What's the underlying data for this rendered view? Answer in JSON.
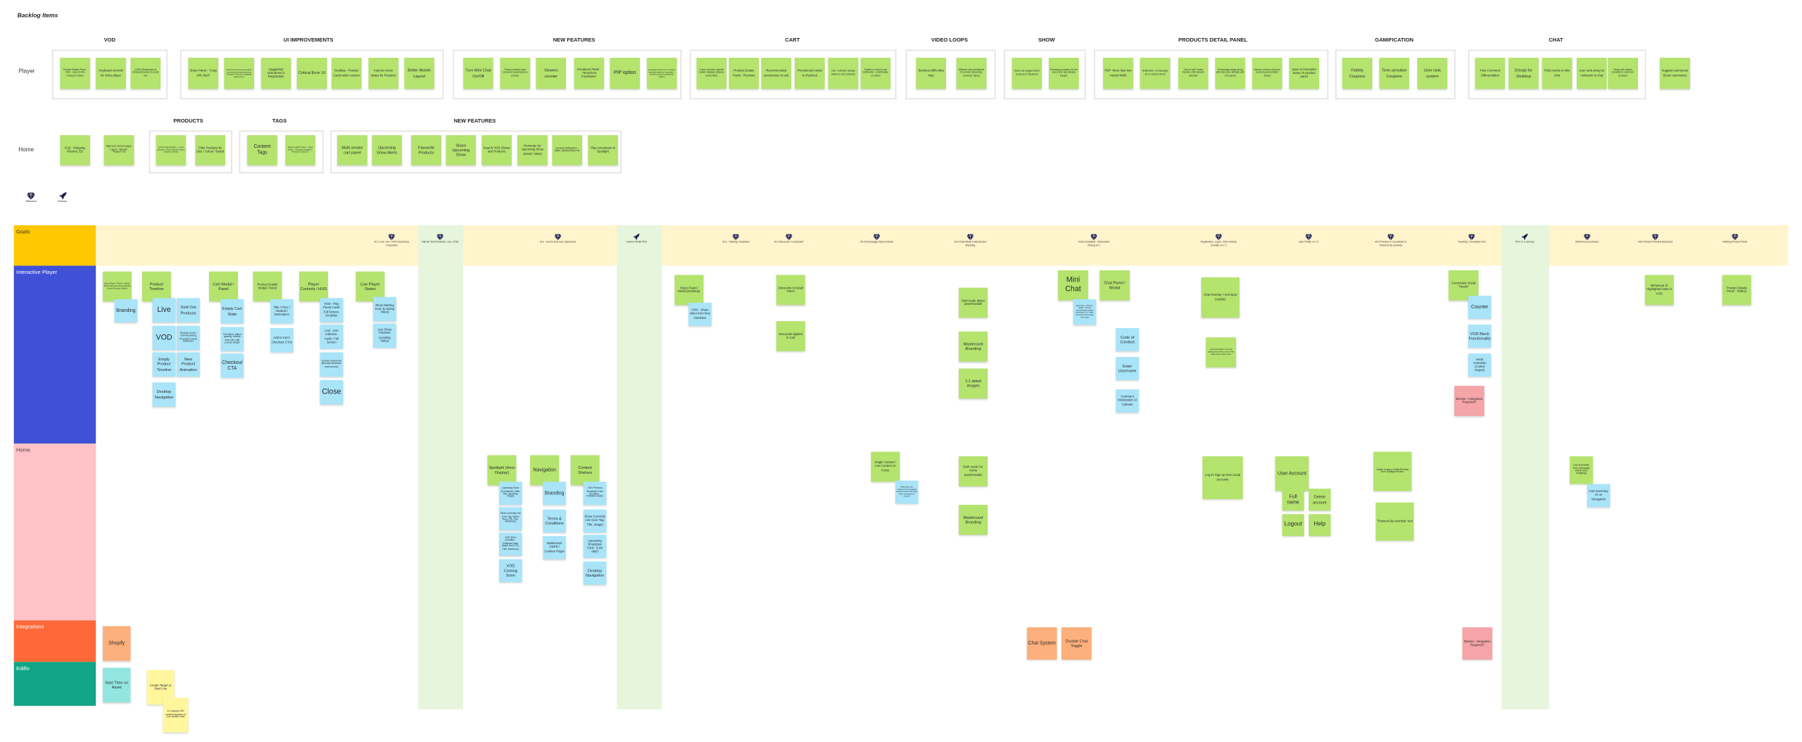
{
  "backlog": {
    "title": "Backlog Items",
    "rows": {
      "player": "Player",
      "home": "Home"
    },
    "player_sections": [
      {
        "title": "VOD",
        "items": [
          "Product Details Panel - VOD - Jump to this Product in Video",
          "Keyboard controls for video player",
          "(VOD) Bookmarks of showed products in scrub bar"
        ]
      },
      {
        "title": "UI IMPROVEMENTS",
        "items": [
          "Share Panel - \"Copy URL field\"",
          "Arrow for jumping to products currently being presented on Timeline if the user navigates away from it",
          "Suggested nicknames in Registration",
          "Critical Error UI",
          "Desktop - Product Cards wider version",
          "Improve hover states for Products",
          "Better Mobile Layout"
        ]
      },
      {
        "title": "NEW FEATURES",
        "items": [
          "Turn Mini Chat On/Off",
          "Product bubble when someone buys/checks a product",
          "Viewers counter",
          "Donations Panel - \"Storefront Fundraiser\"",
          "PIP option",
          "Questions Panel (1 to 1 private chat with stylist for example) -- Similar to Zoom conference feature"
        ]
      },
      {
        "title": "CART",
        "items": [
          "Colour and size specific variant displays (replace select field)",
          "Product Details Panel - Reviews",
          "Recommended accessories in cart",
          "Promotional codes in checkout",
          "Cart - Edit item already added to cart (variants)",
          "Position of Add to cart notification - confirmation on button"
        ]
      },
      {
        "title": "VIDEO LOOPS",
        "items": [
          "Technical difficulties loop",
          "Different intro animations for product (bouncing, reserved, flares)"
        ]
      },
      {
        "title": "SHOW",
        "items": [
          "Users can suggest future products to streamers",
          "Giveaway products, for the users who had already bought."
        ]
      },
      {
        "title": "PRODUCTS DETAIL PANEL",
        "items": [
          "PDP -More than two variant fields",
          "Notification / UI Message for re-stocked items",
          "\"Add to cart\" button inactive until variants selected",
          "Percentage badge along with sale price (Details and Cart panel)",
          "Number of items shown in product panel (limited Stock)",
          "Save to favourites button in product panel"
        ]
      },
      {
        "title": "GAMIFICATION",
        "items": [
          "Fidelity Coupons",
          "Time-sensitive Coupons",
          "User rank system"
        ]
      },
      {
        "title": "CHAT",
        "items": [
          "Host Comment Differentiation",
          "Emojis for Desktop",
          "Polls results in Mini chat",
          "User rank along its nickname in chat",
          "Reply with related products in chat from producer"
        ]
      }
    ],
    "player_loose": [
      "Suggest usernames (Enter username)"
    ],
    "home_loose": [
      "FAQ - Shipping, Returns, Etc",
      "High level content pages. \"Latest\", \"Brands\", \"Popular\" etc"
    ],
    "home_sections": [
      {
        "title": "PRODUCTS",
        "items": [
          "Shelve with Products - a click will open VOD bookmark where product is shown",
          "Filter Products by Size / Colour / Brand"
        ]
      },
      {
        "title": "TAGS",
        "items": [
          "Content Tags",
          "Tags for VOD content - \"New Show\", \"Products Available\", \"Products Sold Out\""
        ]
      },
      {
        "title": "NEW FEATURES",
        "items": [
          "Multi vendor cart panel",
          "Upcoming Show Alerts",
          "Favourite Products",
          "Share Upcoming Show",
          "Search VOD Shows and Products",
          "Reminder for Upcoming Show (Email / SMS)",
          "General Notifications - Sales, Special Show, etc",
          "Play Livestream in Spotlight"
        ]
      }
    ]
  },
  "legend": {
    "milestone": "Milestone",
    "release": "Release"
  },
  "roadmap": {
    "lanes": {
      "goals": "Goals",
      "interactive_player": "Interactive Player",
      "home": "Home",
      "integrations": "Integrations",
      "ediflo": "Ediflo"
    },
    "lane_colors": {
      "goals": "#FFC800",
      "interactive_player": "#3F51D6",
      "home": "#FFC2C6",
      "integrations": "#FF6838",
      "ediflo": "#10A586"
    },
    "milestones": [
      {
        "type": "milestone",
        "label": "v0.1 Core Live / VOD Experience Completed"
      },
      {
        "type": "milestone",
        "label": "Internal Test (Products, Live, VOD)"
      },
      {
        "type": "milestone",
        "label": "v0.2 - End to End user experience"
      },
      {
        "type": "release",
        "label": "Fashion Relief Pilot"
      },
      {
        "type": "milestone",
        "label": "v0.3 - Sharing Completed"
      },
      {
        "type": "milestone",
        "label": "v0.4 Discounts \"Completed\""
      },
      {
        "type": "milestone",
        "label": "V0.5 Homepage Improvements"
      },
      {
        "type": "milestone",
        "label": "V0.6 Dark Mode & Mastercard Branding"
      },
      {
        "type": "milestone",
        "label": "Chat Completed - Moderation Testing v0.7"
      },
      {
        "type": "milestone",
        "label": "Registration, Log in, Chat Overlay (mobile) v0.7.2"
      },
      {
        "type": "milestone",
        "label": "User Profile v0.7.3"
      },
      {
        "type": "milestone",
        "label": "V0.8 Preview in Countdown & Powered By axonista"
      },
      {
        "type": "milestone",
        "label": "\"Hearting\" Completed v0.9"
      },
      {
        "type": "release",
        "label": "RTE v1.0 January"
      },
      {
        "type": "milestone",
        "label": "Multi-show purchases"
      },
      {
        "type": "milestone",
        "label": "VOD Product Timeline Behaviour"
      },
      {
        "type": "milestone",
        "label": "Refining Product Panel"
      }
    ],
    "interactive_player": [
      {
        "text": "Video Player + Panel + Modal, Responsiveness and Cropping Across Browser Widths",
        "color": "green"
      },
      {
        "text": "Branding",
        "color": "blue"
      },
      {
        "text": "Product Timeline",
        "color": "green"
      },
      {
        "text": "Live",
        "color": "blue"
      },
      {
        "text": "Sold Out Products",
        "color": "blue"
      },
      {
        "text": "VOD",
        "color": "blue"
      },
      {
        "text": "Product On Air / Currently Being Presented Visual Distinction",
        "color": "blue"
      },
      {
        "text": "Empty Product Timeline",
        "color": "blue"
      },
      {
        "text": "New Product Animation",
        "color": "blue"
      },
      {
        "text": "Desktop Navigation",
        "color": "blue"
      },
      {
        "text": "Cart Modal / Panel",
        "color": "green"
      },
      {
        "text": "Empty Cart State",
        "color": "blue"
      },
      {
        "text": "Cart items, adjust quantity, remove from cart, visit product details",
        "color": "blue"
      },
      {
        "text": "Checkout CTA",
        "color": "blue"
      },
      {
        "text": "Product Details Modal / Panel",
        "color": "green"
      },
      {
        "text": "Title / Price / Variants / Description",
        "color": "blue"
      },
      {
        "text": "Add to Cart / Checkout CTAs",
        "color": "blue"
      },
      {
        "text": "Player Controls / HUD",
        "color": "green"
      },
      {
        "text": "VOD : Play Pause Audio Full Screen, Scrubber",
        "color": "blue"
      },
      {
        "text": "Live : Live indicator, Audio, Full Screen",
        "color": "blue"
      },
      {
        "text": "Unmute experience (Browser Automute work around)",
        "color": "blue"
      },
      {
        "text": "Close",
        "color": "blue"
      },
      {
        "text": "Live Player States",
        "color": "green"
      },
      {
        "text": "Show Starting Soon (Looping Video)",
        "color": "blue"
      },
      {
        "text": "Live Show Finished (Looping Video)",
        "color": "blue"
      },
      {
        "text": "Share Panel / Modal (Desktop)",
        "color": "green"
      },
      {
        "text": "VOD - Share video from time checkbox",
        "color": "blue"
      },
      {
        "text": "Discounts in Detail Panel",
        "color": "green"
      },
      {
        "text": "Discounts applied in Cart",
        "color": "green"
      },
      {
        "text": "Dark mode player panel/modals",
        "color": "green"
      },
      {
        "text": "Mastercard Branding",
        "color": "green"
      },
      {
        "text": "1:1 detail images",
        "color": "green"
      },
      {
        "text": "Mini Chat",
        "color": "green"
      },
      {
        "text": "Discovery - Phone / Tablet - Shows commenting outside chat panel (i.e. while comment from inside mini chat)",
        "color": "blue"
      },
      {
        "text": "Chat Panel / Modal",
        "color": "green"
      },
      {
        "text": "Code of Conduct",
        "color": "blue"
      },
      {
        "text": "Enter Username",
        "color": "blue"
      },
      {
        "text": "Comment Moderation UI Callouts",
        "color": "blue"
      },
      {
        "text": "Chat Overlay + text input (mobile)",
        "color": "green"
      },
      {
        "text": "Input field below mini chat (typing and seeing most of the video at the same time)",
        "color": "green"
      },
      {
        "text": "Community Social \"Hearts\"",
        "color": "green"
      },
      {
        "text": "Counter",
        "color": "blue"
      },
      {
        "text": "VOD Block Functionality",
        "color": "blue"
      },
      {
        "text": "Heart Animation (Coded ranges)",
        "color": "blue"
      },
      {
        "text": "Blocker : Integration Required?",
        "color": "pink"
      },
      {
        "text": "Behaviour of Highlighted state in VOD",
        "color": "green"
      },
      {
        "text": "Product Details Panel - Gallery",
        "color": "green"
      }
    ],
    "home": [
      {
        "text": "Spotlight (Hero Display)",
        "color": "green"
      },
      {
        "text": "Upcoming Show (Countdown, Date, Title, Backdrop Image)",
        "color": "blue"
      },
      {
        "text": "Show Currently Live (Live Tag, Watch Now CTA, Title, Backdrop)",
        "color": "blue"
      },
      {
        "text": "VOD Show (Duration - Published Date, Watch Now CTA, Title, Backdrop)",
        "color": "blue"
      },
      {
        "text": "VOD Coming Soon",
        "color": "blue"
      },
      {
        "text": "Navigation",
        "color": "green"
      },
      {
        "text": "Branding",
        "color": "blue"
      },
      {
        "text": "Terms & Conditions",
        "color": "blue"
      },
      {
        "text": "Mastercard GDPR / Cookies Plugin",
        "color": "blue"
      },
      {
        "text": "Content Shelves",
        "color": "green"
      },
      {
        "text": "VOD Previous Broadcast Card (Duration - Published Date)",
        "color": "blue"
      },
      {
        "text": "Show Currently Live (Live Tag, Title, Image)",
        "color": "blue"
      },
      {
        "text": "Upcoming Broadcast Card - (Live date)",
        "color": "blue"
      },
      {
        "text": "Desktop Navigation",
        "color": "blue"
      },
      {
        "text": "Single Content / Low Content on Home",
        "color": "green"
      },
      {
        "text": "What does the customer's homepage look like when they only have one piece of content",
        "color": "blue"
      },
      {
        "text": "Dark mode For Home panel/modals",
        "color": "green"
      },
      {
        "text": "Mastercard Branding",
        "color": "green"
      },
      {
        "text": "Log in/ Sign up from social accounts",
        "color": "green"
      },
      {
        "text": "User Account",
        "color": "green"
      },
      {
        "text": "Full name",
        "color": "green"
      },
      {
        "text": "Delete account",
        "color": "green"
      },
      {
        "text": "Logout",
        "color": "green"
      },
      {
        "text": "Help",
        "color": "green"
      },
      {
        "text": "Option to play a Trailer/Preview from Spotlight section",
        "color": "green"
      },
      {
        "text": "\"Powered by axonista\" text",
        "color": "green"
      },
      {
        "text": "Cart accessible from Homepage (Multi show shopping)",
        "color": "green"
      },
      {
        "text": "Cart Summary UI on Navigation",
        "color": "blue"
      }
    ],
    "integrations": [
      {
        "text": "Shopify",
        "color": "orange"
      },
      {
        "text": "Chat System",
        "color": "orange"
      },
      {
        "text": "Disable Chat Toggle",
        "color": "orange"
      },
      {
        "text": "Blocker : Integration Required?",
        "color": "pink"
      }
    ],
    "ediflo": [
      {
        "text": "Start Time on Asset",
        "color": "teal"
      },
      {
        "text": "Create Target to Start Live",
        "color": "yellow"
      },
      {
        "text": "Or Looping VOD content happens on Live Stream Feed",
        "color": "yellow"
      }
    ]
  }
}
